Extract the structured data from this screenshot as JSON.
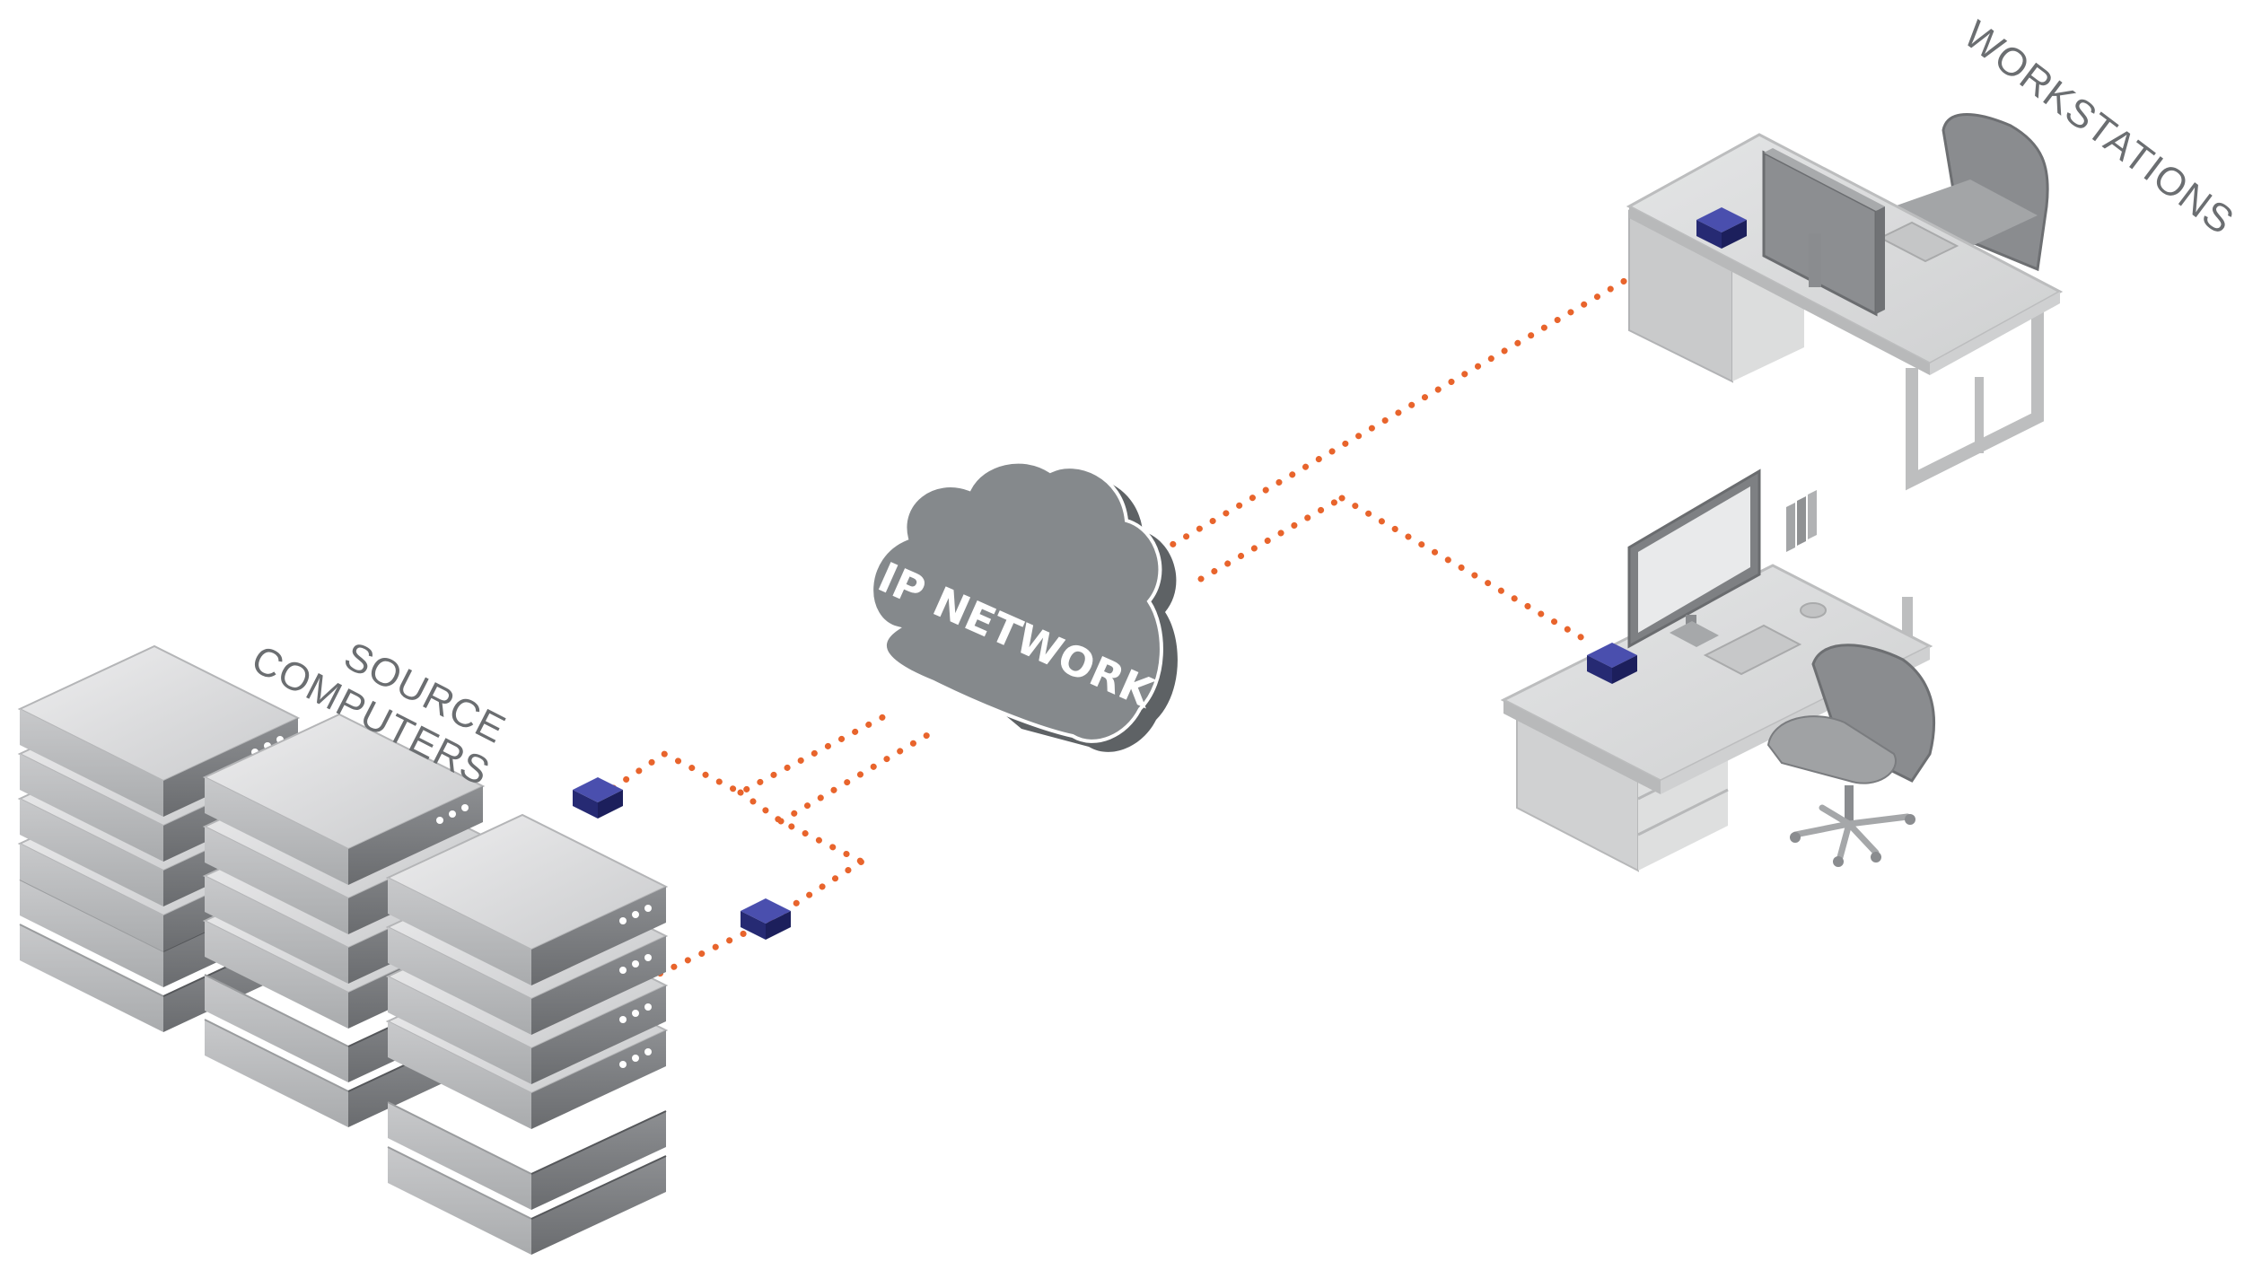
{
  "labels": {
    "source_computers_line1": "SOURCE",
    "source_computers_line2": "COMPUTERS",
    "network": "IP NETWORK",
    "workstations": "WORKSTATIONS"
  },
  "colors": {
    "link": "#e8642c",
    "extender": "#2b2e7e",
    "cloud": "#808487",
    "server_top": "#d8d9da",
    "server_front": "#7a7c7f",
    "furniture": "#d4d5d6"
  },
  "icons": [
    "server-rack-icon",
    "extender-icon",
    "cloud-icon",
    "desk-icon",
    "monitor-icon",
    "chair-icon",
    "keyboard-icon",
    "mouse-icon"
  ]
}
